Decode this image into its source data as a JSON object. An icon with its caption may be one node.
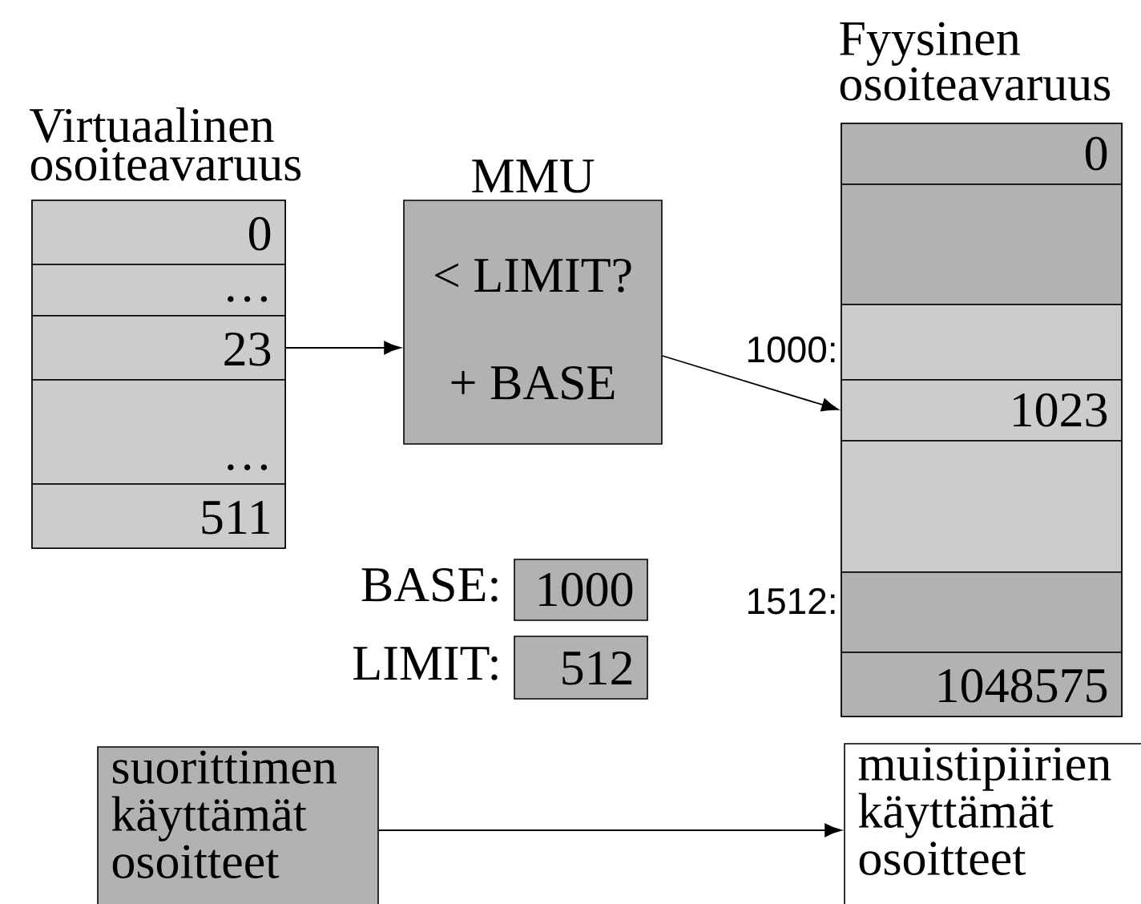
{
  "diagram": {
    "nodes": [
      {
        "text": [
          "Virtuaalinen osoiteavaruus"
        ]
      },
      {
        "text": [
          "0"
        ],
        "in": 0
      },
      {
        "text": [
          "…"
        ],
        "in": 0
      },
      {
        "text": [
          "23"
        ],
        "in": 0
      },
      {
        "text": [
          "…"
        ],
        "in": 0
      },
      {
        "text": [
          "511"
        ],
        "in": 0
      },
      {
        "text": [
          "MMU",
          "< LIMIT?",
          "+ BASE"
        ]
      },
      {
        "text": [
          "Fyysinen osoiteavaruus"
        ]
      },
      {
        "text": [
          "0"
        ],
        "in": 7
      },
      {
        "text": [],
        "shape": "box",
        "in": 7
      },
      {
        "text": [],
        "shape": "box",
        "in": 7,
        "beside": [
          "1000:"
        ]
      },
      {
        "text": [
          "1023"
        ],
        "in": 7
      },
      {
        "text": [],
        "shape": "box",
        "in": 7
      },
      {
        "text": [],
        "shape": "box",
        "in": 7,
        "beside": [
          "1512:"
        ]
      },
      {
        "text": [
          "1048575"
        ],
        "in": 7
      },
      {
        "text": [
          "1000"
        ],
        "beside": [
          "BASE:"
        ]
      },
      {
        "text": [
          "512"
        ],
        "beside": [
          "LIMIT:"
        ]
      },
      {
        "text": [
          "suorittimen käyttämät osoitteet"
        ]
      },
      {
        "text": [
          "muistipiirien käyttämät osoitteet"
        ]
      }
    ],
    "edges": [
      {
        "from": 3,
        "to": 6,
        "arrow": "to"
      },
      {
        "from": 6,
        "to": 11,
        "arrow": "to"
      },
      {
        "from": 17,
        "to": 18,
        "arrow": "to"
      }
    ]
  }
}
